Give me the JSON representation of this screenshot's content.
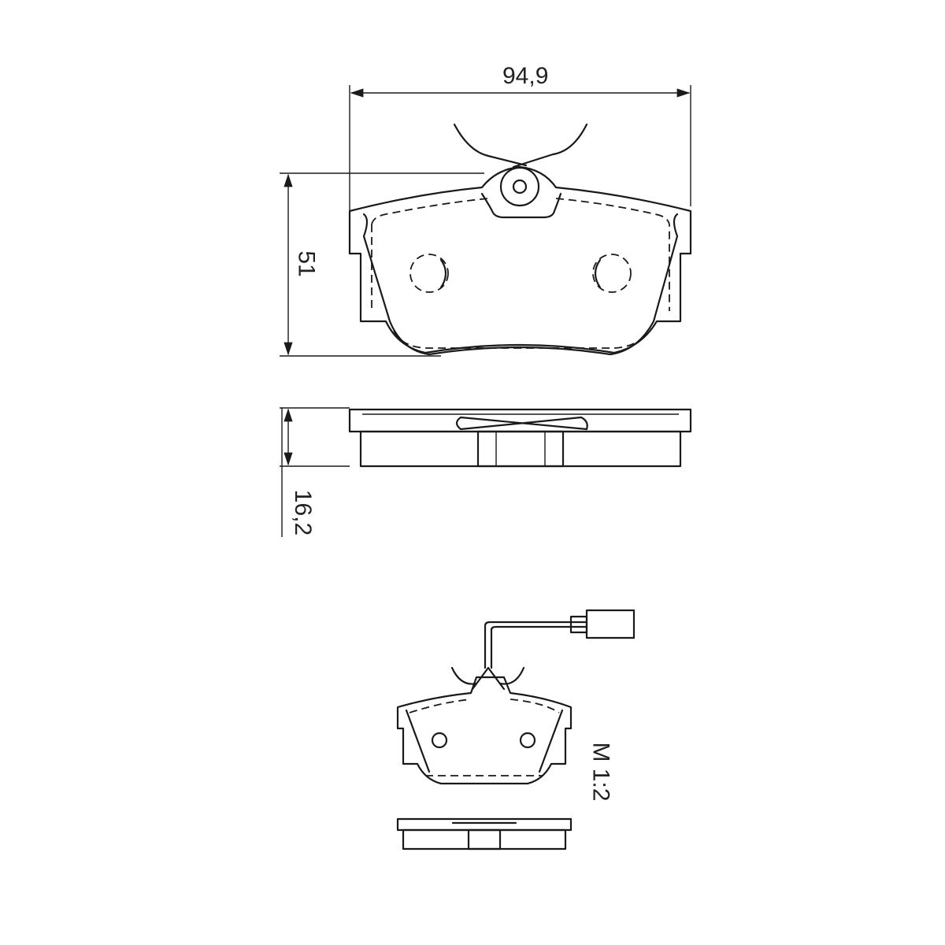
{
  "dimensions": {
    "width": "94,9",
    "height": "51",
    "thickness": "16,2"
  },
  "scale_label": "M 1:2"
}
